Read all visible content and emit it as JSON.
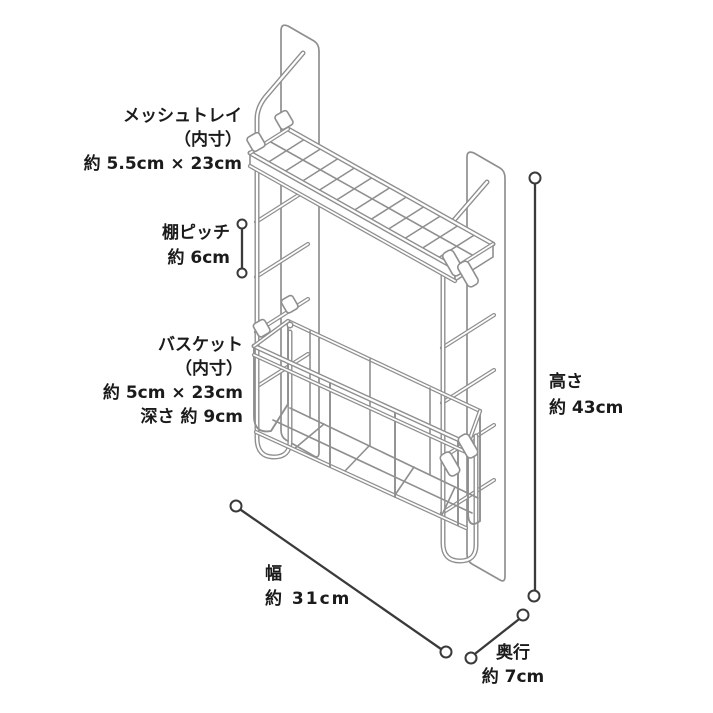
{
  "diagram": {
    "type": "product-dimension-diagram",
    "subject": "wall-mounted two-tier wire mesh rack (mesh tray + basket) with dimension callouts",
    "labels": {
      "mesh_tray": {
        "title": "メッシュトレイ",
        "subtitle": "（内寸）",
        "size": "約 5.5cm × 23cm"
      },
      "shelf_pitch": {
        "title": "棚ピッチ",
        "size": "約 6cm"
      },
      "basket": {
        "title": "バスケット",
        "subtitle": "（内寸）",
        "size": "約 5cm × 23cm",
        "depth": "深さ 約 9cm"
      },
      "height": {
        "title": "高さ",
        "size": "約 43cm"
      },
      "width": {
        "title": "幅",
        "size": "約 31cm"
      },
      "depth": {
        "title": "奥行",
        "size": "約 7cm"
      }
    },
    "measurements": {
      "mesh_tray_inner_cm": {
        "depth": 5.5,
        "width": 23
      },
      "shelf_pitch_cm": 6,
      "basket_inner_cm": {
        "depth": 5,
        "width": 23,
        "basket_depth": 9
      },
      "overall_cm": {
        "height": 43,
        "width": 31,
        "depth": 7
      }
    },
    "colors": {
      "background": "#ffffff",
      "structure_line": "#8f8f8f",
      "dimension_line": "#3a3a3a",
      "text": "#1b1b1b"
    }
  }
}
